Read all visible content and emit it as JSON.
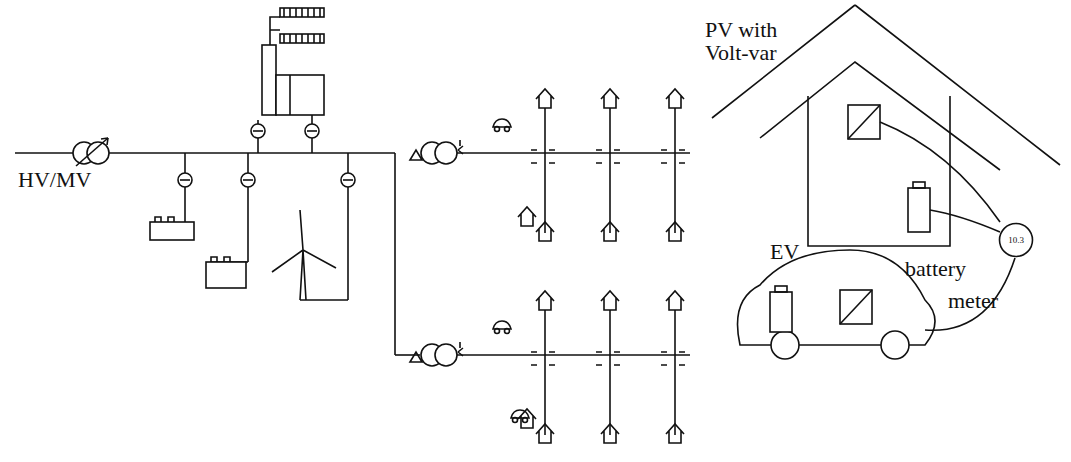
{
  "diagram": {
    "nodes": [
      {
        "text": [
          "10.3"
        ]
      }
    ],
    "labels": [
      "HV/MV",
      "PV with Volt-var",
      "EV",
      "battery",
      "meter"
    ]
  }
}
